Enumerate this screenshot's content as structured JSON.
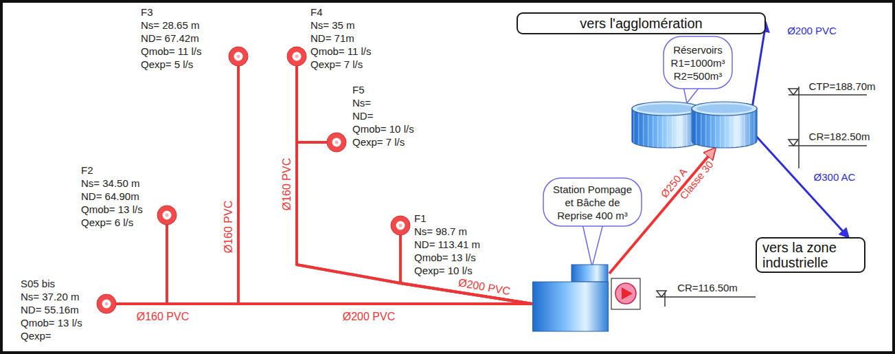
{
  "diagram": {
    "nodes": [
      {
        "text": [
          "F3",
          "Ns= 28.65 m",
          "ND= 67.42m",
          "Qmob= 11 l/s",
          "Qexp= 5 l/s"
        ]
      },
      {
        "text": [
          "F4",
          "Ns= 35 m",
          "ND= 71m",
          "Qmob= 11 l/s",
          "Qexp= 7 l/s"
        ]
      },
      {
        "text": [
          "vers l'agglomération"
        ]
      },
      {
        "text": [
          "Réservoirs",
          "R1=1000m³",
          "R2=500m³"
        ]
      },
      {
        "text": [
          "F5",
          "Ns=",
          "ND=",
          "Qmob= 10 l/s",
          "Qexp= 7 l/s"
        ]
      },
      {
        "text": [
          "F2",
          "Ns= 34.50 m",
          "ND= 64.90m",
          "Qmob= 13 l/s",
          "Qexp= 6 l/s"
        ]
      },
      {
        "text": [
          "Station Pompage et Bâche de Reprise 400 m³"
        ]
      },
      {
        "text": [
          "F1",
          "Ns= 98.7 m",
          "ND= 113.41 m",
          "Qmob= 13 l/s",
          "Qexp= 10 l/s"
        ]
      },
      {
        "text": [
          "vers la zone industrielle"
        ]
      },
      {
        "text": [
          "S05 bis",
          "Ns= 37.20 m",
          "ND= 55.16m",
          "Qmob= 13 l/s",
          "Qexp="
        ]
      }
    ],
    "edges": [
      {
        "from": 9,
        "to": 6,
        "arrow": "none"
      },
      {
        "from": 5,
        "to": 6,
        "arrow": "none"
      },
      {
        "from": 0,
        "to": 6,
        "arrow": "none"
      },
      {
        "from": 1,
        "to": 6,
        "arrow": "none"
      },
      {
        "from": 4,
        "to": 6,
        "arrow": "none"
      },
      {
        "from": 7,
        "to": 6,
        "arrow": "none"
      },
      {
        "from": 6,
        "to": 3,
        "arrow": "to"
      },
      {
        "from": 3,
        "to": 2,
        "label": "Ø200 PVC",
        "arrow": "to"
      },
      {
        "from": 3,
        "to": 8,
        "label": "Ø300 AC",
        "arrow": "to"
      }
    ],
    "labels": [
      "Ø160 PVC",
      "Ø200 PVC",
      "Ø160 PVC",
      "Ø160 PVC",
      "Ø200 PVC",
      "Ø250 A",
      "Classe 30",
      "CTP=188.70m",
      "CR=182.50m",
      "CR=116.50m"
    ]
  }
}
